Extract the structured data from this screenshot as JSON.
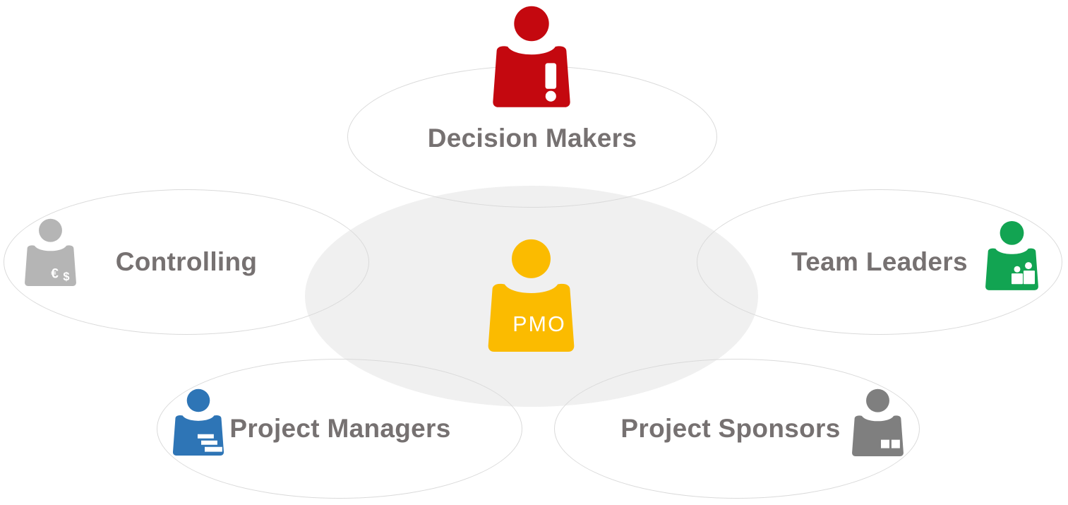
{
  "diagram": {
    "type": "pmo-stakeholder-diagram",
    "center": {
      "label": "PMO",
      "color": "#FBBB00",
      "ellipse_fill": "#F0F0F0"
    },
    "stakeholders": [
      {
        "label": "Decision Makers",
        "color": "#C4080F",
        "badge": "exclamation-mark"
      },
      {
        "label": "Controlling",
        "color": "#B5B5B5",
        "badge": "currency-symbols",
        "badge_euro": "€",
        "badge_dollar": "$"
      },
      {
        "label": "Team Leaders",
        "color": "#12A452",
        "badge": "two-mini-people"
      },
      {
        "label": "Project Managers",
        "color": "#2E75B6",
        "badge": "gantt-bars"
      },
      {
        "label": "Project Sponsors",
        "color": "#7F7F7F",
        "badge": "two-squares"
      }
    ],
    "styles": {
      "label_color": "#767171",
      "ellipse_stroke": "#DADADA",
      "badge_color": "#FFFFFF",
      "background": "#FFFFFF"
    }
  }
}
